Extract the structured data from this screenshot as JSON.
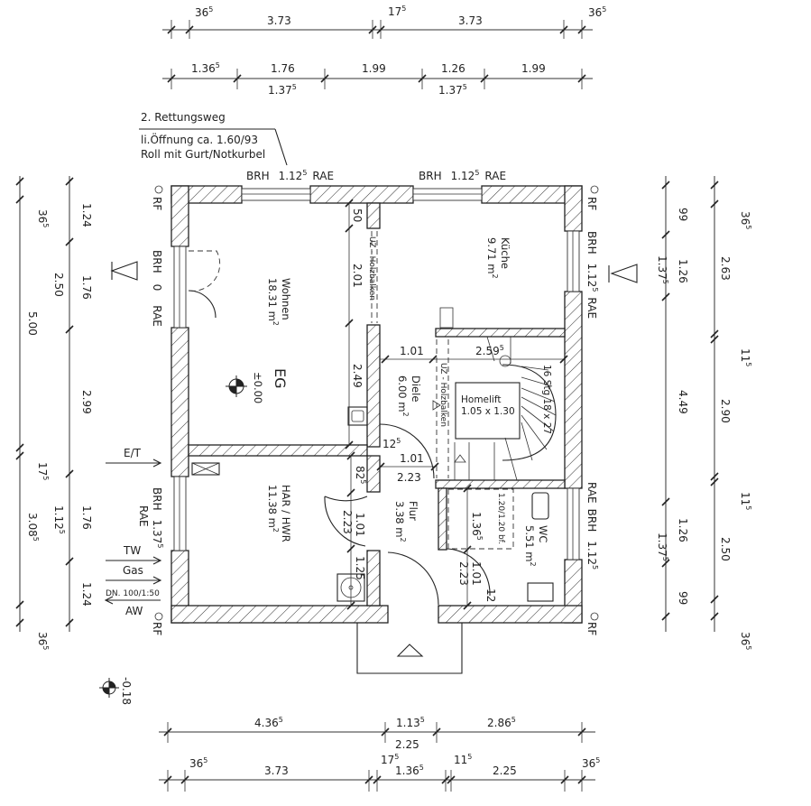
{
  "plan": {
    "level_label": "EG",
    "level_height": "±0.00",
    "outside_height": "-0.18",
    "colors": {
      "ink": "#222222",
      "paper": "#ffffff"
    }
  },
  "notes": {
    "escape_title": "2. Rettungsweg",
    "escape_line1": "li.Öffnung ca. 1.60/93",
    "escape_line2": "Roll mit Gurt/Notkurbel"
  },
  "top_dims": {
    "row1": [
      {
        "main": "36",
        "sup": "5"
      },
      {
        "main": "3.73",
        "sup": ""
      },
      {
        "main": "17",
        "sup": "5"
      },
      {
        "main": "3.73",
        "sup": ""
      },
      {
        "main": "36",
        "sup": "5"
      }
    ],
    "row2_top": [
      {
        "main": "1.36",
        "sup": "5"
      },
      {
        "main": "1.76",
        "sup": ""
      },
      {
        "main": "1.99",
        "sup": ""
      },
      {
        "main": "1.26",
        "sup": ""
      },
      {
        "main": "1.99",
        "sup": ""
      }
    ],
    "row2_bottom": [
      {
        "main": "1.37",
        "sup": "5"
      },
      {
        "main": "1.37",
        "sup": "5"
      }
    ]
  },
  "bottom_dims": {
    "row1_top": [
      {
        "main": "4.36",
        "sup": "5"
      },
      {
        "main": "1.13",
        "sup": "5"
      },
      {
        "main": "2.86",
        "sup": "5"
      }
    ],
    "row1_bottom": {
      "main": "2.25",
      "sup": ""
    },
    "row2": [
      {
        "main": "36",
        "sup": "5"
      },
      {
        "main": "3.73",
        "sup": ""
      },
      {
        "main": "17",
        "sup": "5"
      },
      {
        "main": "1.36",
        "sup": "5"
      },
      {
        "main": "11",
        "sup": "5"
      },
      {
        "main": "2.25",
        "sup": ""
      },
      {
        "main": "36",
        "sup": "5"
      }
    ]
  },
  "left_dims": {
    "outer": [
      {
        "main": "36",
        "sup": "5"
      },
      {
        "main": "5.00",
        "sup": ""
      },
      {
        "main": "17",
        "sup": "5"
      },
      {
        "main": "3.08",
        "sup": "5"
      },
      {
        "main": "36",
        "sup": "5"
      }
    ],
    "inner": [
      {
        "main": "1.24",
        "sup": ""
      },
      {
        "main": "1.76",
        "sup": ""
      },
      {
        "main": "2.99",
        "sup": ""
      },
      {
        "main": "1.76",
        "sup": ""
      },
      {
        "main": "1.24",
        "sup": ""
      }
    ],
    "inner_secondary": [
      {
        "main": "2.50",
        "sup": ""
      },
      {
        "main": "1.12",
        "sup": "5"
      }
    ]
  },
  "right_dims": {
    "outer": [
      {
        "main": "36",
        "sup": "5"
      },
      {
        "main": "2.63",
        "sup": ""
      },
      {
        "main": "11",
        "sup": "5"
      },
      {
        "main": "2.90",
        "sup": ""
      },
      {
        "main": "11",
        "sup": "5"
      },
      {
        "main": "2.50",
        "sup": ""
      },
      {
        "main": "36",
        "sup": "5"
      }
    ],
    "inner": [
      {
        "main": "99",
        "sup": ""
      },
      {
        "main": "1.26",
        "sup": ""
      },
      {
        "main": "4.49",
        "sup": ""
      },
      {
        "main": "1.26",
        "sup": ""
      },
      {
        "main": "99",
        "sup": ""
      }
    ],
    "inner_secondary": [
      {
        "main": "1.37",
        "sup": "5"
      },
      {
        "main": "1.37",
        "sup": "5"
      }
    ]
  },
  "windows": {
    "top_left": {
      "brh": "BRH",
      "value": "1.12",
      "sup": "5",
      "rae": "RAE"
    },
    "top_right": {
      "brh": "BRH",
      "value": "1.12",
      "sup": "5",
      "rae": "RAE"
    },
    "left_upper": {
      "brh": "BRH",
      "value": "0",
      "sup": "",
      "rae": "RAE"
    },
    "left_lower": {
      "brh": "BRH",
      "value": "1.37",
      "sup": "5",
      "rae": "RAE"
    },
    "right_upper": {
      "brh": "BRH",
      "value": "1.12",
      "sup": "5",
      "rae": "RAE"
    },
    "right_lower": {
      "brh": "BRH",
      "value": "1.12",
      "sup": "5",
      "rae": "RAE"
    }
  },
  "corner_labels": [
    "RF",
    "RF",
    "RF",
    "RF"
  ],
  "utilities": {
    "et": "E/T",
    "tw": "TW",
    "gas": "Gas",
    "dn": "DN. 100/1:50",
    "aw": "AW"
  },
  "rooms": {
    "wohnen": {
      "name": "Wohnen",
      "area": "18.31",
      "unit": "m",
      "sup": "2"
    },
    "kueche": {
      "name": "Küche",
      "area": "9.71",
      "unit": "m",
      "sup": "2"
    },
    "diele": {
      "name": "Diele",
      "area": "6.00",
      "unit": "m",
      "sup": "2"
    },
    "har": {
      "name": "HAR / HWR",
      "area": "11.38",
      "unit": "m",
      "sup": "2"
    },
    "flur": {
      "name": "Flur",
      "area": "3.38",
      "unit": "m",
      "sup": "2"
    },
    "wc": {
      "name": "WC",
      "area": "5.51",
      "unit": "m",
      "sup": "2"
    }
  },
  "interior_dims": {
    "wohnen_50": "50",
    "wohnen_201": "2.01",
    "wohnen_249": "2.49",
    "diele_101_top": "1.01",
    "stair_259": {
      "main": "2.59",
      "sup": "5"
    },
    "diele_12": {
      "main": "12",
      "sup": "5"
    },
    "diele_101_door": "1.01",
    "diele_223": "2.23",
    "har_82": {
      "main": "82",
      "sup": "5"
    },
    "har_101": "1.01",
    "har_223": "2.23",
    "har_125": "1.25",
    "wc_136": {
      "main": "1.36",
      "sup": "5"
    },
    "wc_223": "2.23",
    "wc_101": "1.01",
    "wc_12": "12",
    "wc_shower": "1.20/1.20 bf.",
    "beam1": "UZ - Holzbalken",
    "beam2": "UZ - Holzbalken"
  },
  "stair": {
    "label": "16 Stg 18 x 27",
    "lift_title": "Homelift",
    "lift_size": "1.05 x 1.30"
  }
}
